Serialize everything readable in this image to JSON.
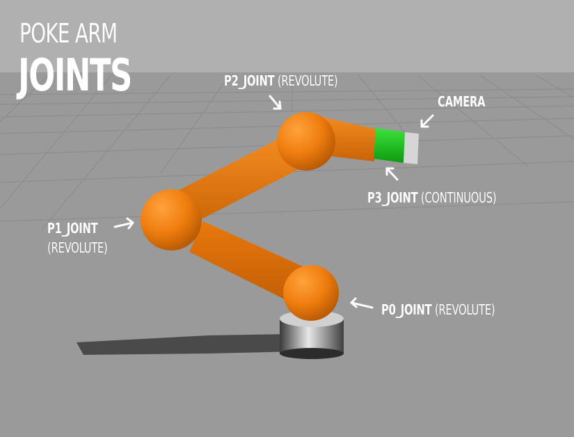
{
  "title": {
    "line1": "POKE ARM",
    "line2": "JOINTS"
  },
  "labels": {
    "p2": {
      "name": "P2_JOINT",
      "type": "(REVOLUTE)"
    },
    "camera": {
      "name": "CAMERA"
    },
    "p3": {
      "name": "P3_JOINT",
      "type": "(CONTINUOUS)"
    },
    "p1": {
      "name": "P1_JOINT",
      "type": "(REVOLUTE)"
    },
    "p0": {
      "name": "P0_JOINT",
      "type": "(REVOLUTE)"
    }
  },
  "colors": {
    "sky": "#b0b0b0",
    "ground": "#9a9a9a",
    "grid": "#8c8c8c",
    "arm_orange": "#f07f0f",
    "arm_shadow": "#b35a05",
    "camera_green": "#19c219",
    "lens": "#d8d8d8",
    "base": "#2a2a2a",
    "label": "#ffffff"
  }
}
